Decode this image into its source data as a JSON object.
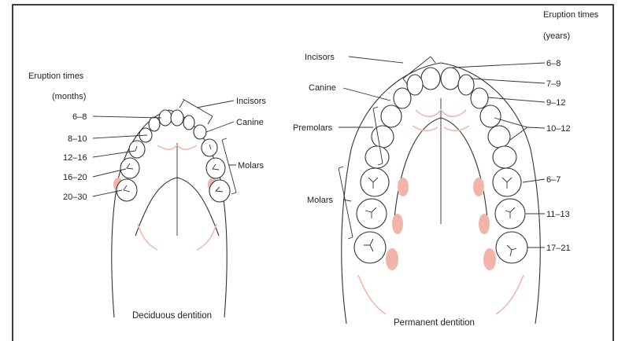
{
  "deciduous": {
    "heading_line1": "Eruption times",
    "heading_line2": "(months)",
    "times": [
      "6–8",
      "8–10",
      "12–16",
      "16–20",
      "20–30"
    ],
    "labels": {
      "incisors": "Incisors",
      "canine": "Canine",
      "molars": "Molars"
    },
    "caption": "Deciduous dentition"
  },
  "permanent": {
    "heading_line1": "Eruption times",
    "heading_line2": "(years)",
    "times": [
      "6–8",
      "7–9",
      "9–12",
      "10–12",
      "6–7",
      "11–13",
      "17–21"
    ],
    "labels": {
      "incisors": "Incisors",
      "canine": "Canine",
      "premolars": "Premolars",
      "molars": "Molars"
    },
    "caption": "Permanent dentition"
  },
  "colors": {
    "gum": "#f2b3a8",
    "line": "#333333",
    "frame": "#000000"
  }
}
